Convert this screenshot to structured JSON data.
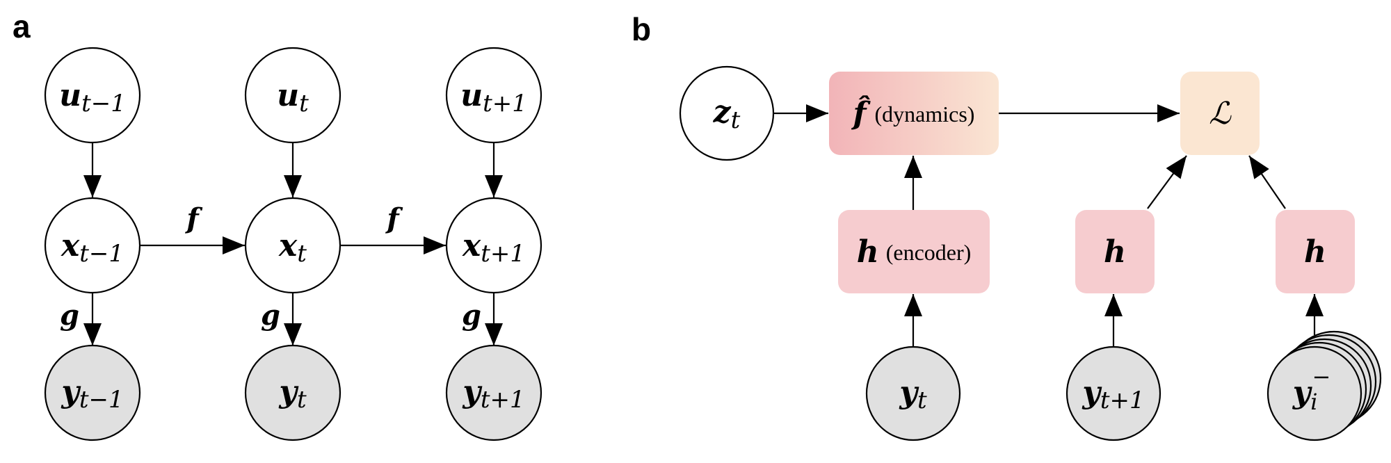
{
  "panels": {
    "a": "a",
    "b": "b"
  },
  "colors": {
    "observed_fill": "#e0e0e0",
    "latent_fill": "#ffffff",
    "encoder_fill": "#f6cccf",
    "dynamics_gradient_start": "#f2b4b8",
    "dynamics_gradient_end": "#fae5d3",
    "loss_fill": "#fbe6d2"
  },
  "panel_a": {
    "inputs": [
      {
        "sym": "u",
        "sub": "t−1"
      },
      {
        "sym": "u",
        "sub": "t"
      },
      {
        "sym": "u",
        "sub": "t+1"
      }
    ],
    "states": [
      {
        "sym": "x",
        "sub": "t−1"
      },
      {
        "sym": "x",
        "sub": "t"
      },
      {
        "sym": "x",
        "sub": "t+1"
      }
    ],
    "observations": [
      {
        "sym": "y",
        "sub": "t−1"
      },
      {
        "sym": "y",
        "sub": "t"
      },
      {
        "sym": "y",
        "sub": "t+1"
      }
    ],
    "transition_label": "f",
    "emission_label": "g"
  },
  "panel_b": {
    "latent_input": {
      "sym": "z",
      "sub": "t"
    },
    "dynamics": {
      "sym": "f̂",
      "text": "(dynamics)"
    },
    "loss": {
      "sym": "ℒ"
    },
    "encoder_main": {
      "sym": "h",
      "text": "(encoder)"
    },
    "encoder_pos": {
      "sym": "h"
    },
    "encoder_neg": {
      "sym": "h"
    },
    "obs_current": {
      "sym": "y",
      "sub": "t"
    },
    "obs_next": {
      "sym": "y",
      "sub": "t+1"
    },
    "obs_negative": {
      "sym": "y",
      "sub": "i",
      "sup": "−"
    }
  }
}
